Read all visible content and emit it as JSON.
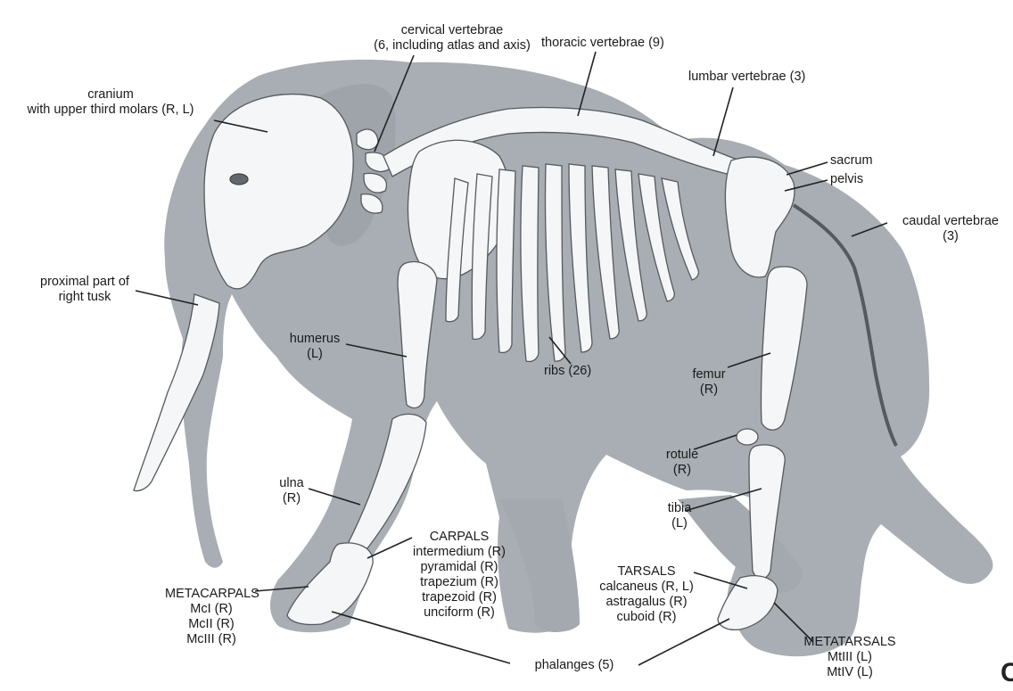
{
  "labels": {
    "cervical": [
      "cervical vertebrae",
      "(6, including atlas and axis)"
    ],
    "thoracic": [
      "thoracic vertebrae (9)"
    ],
    "lumbar": [
      "lumbar vertebrae (3)"
    ],
    "cranium": [
      "cranium",
      "with upper third molars (R, L)"
    ],
    "sacrum": [
      "sacrum"
    ],
    "pelvis": [
      "pelvis"
    ],
    "caudal": [
      "caudal vertebrae",
      "(3)"
    ],
    "tusk": [
      "proximal part of",
      "right tusk"
    ],
    "humerus": [
      "humerus",
      "(L)"
    ],
    "ribs": [
      "ribs (26)"
    ],
    "femur": [
      "femur",
      "(R)"
    ],
    "rotule": [
      "rotule",
      "(R)"
    ],
    "ulna": [
      "ulna",
      "(R)"
    ],
    "tibia": [
      "tibia",
      "(L)"
    ],
    "carpals": [
      "CARPALS",
      "intermedium (R)",
      "pyramidal (R)",
      "trapezium (R)",
      "trapezoid (R)",
      "unciform (R)"
    ],
    "tarsals": [
      "TARSALS",
      "calcaneus (R, L)",
      "astragalus (R)",
      "cuboid (R)"
    ],
    "metacarpals": [
      "METACARPALS",
      "McI (R)",
      "McII (R)",
      "McIII (R)"
    ],
    "metatarsals": [
      "METATARSALS",
      "MtIII (L)",
      "MtIV (L)"
    ],
    "phalanges": [
      "phalanges (5)"
    ]
  },
  "figure_letter": "C",
  "colors": {
    "silhouette": "#a8aeb3",
    "bone_fill": "#f4f6f7",
    "bone_stroke": "#555a5e",
    "leader": "#222222",
    "text": "#1a1a1a"
  }
}
